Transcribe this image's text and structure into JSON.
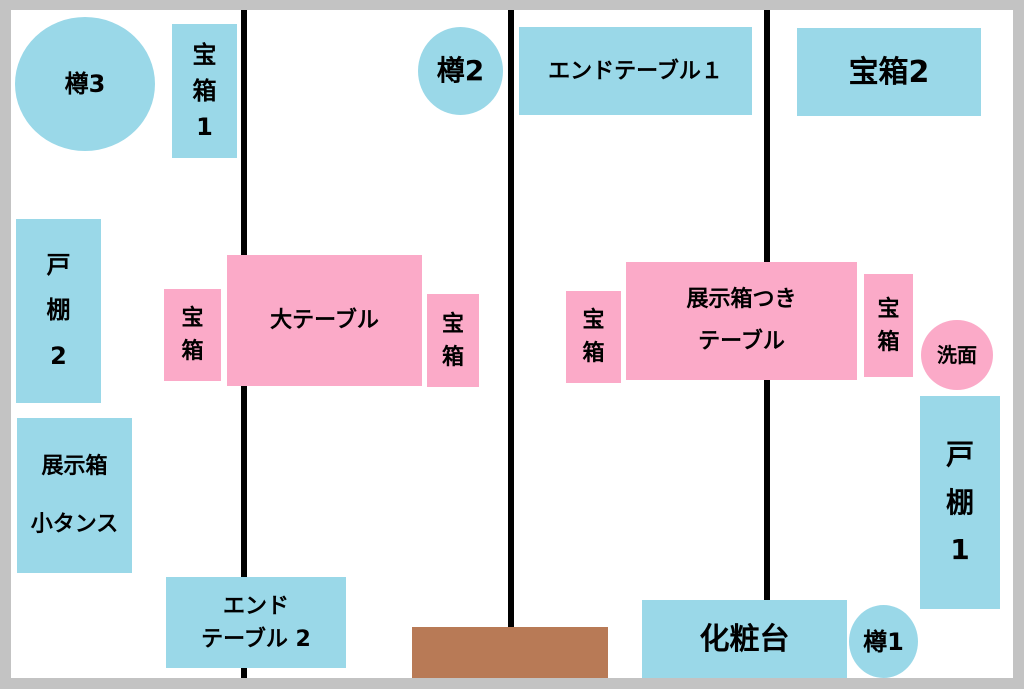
{
  "colors": {
    "furniture": "#9ad8e8",
    "table": "#fbaac8",
    "rug": "#b87a56",
    "wall": "#000000",
    "frame": "#c3c3c3"
  },
  "items": {
    "barrel3": "樽3",
    "chest1": "宝\n箱\n1",
    "barrel2": "樽2",
    "end_table1": "エンドテーブル１",
    "chest2": "宝箱2",
    "cupboard2": "戸\n棚\n2",
    "chest_left_a": "宝\n箱",
    "big_table": "大テーブル",
    "chest_left_b": "宝\n箱",
    "chest_right_a": "宝\n箱",
    "display_table": "展示箱つき\nテーブル",
    "chest_right_b": "宝\n箱",
    "washbasin": "洗面",
    "cupboard1": "戸\n棚\n1",
    "display_dresser": "展示箱\n小タンス",
    "end_table2": "エンド\nテーブル 2",
    "vanity": "化粧台",
    "barrel1": "樽1"
  }
}
